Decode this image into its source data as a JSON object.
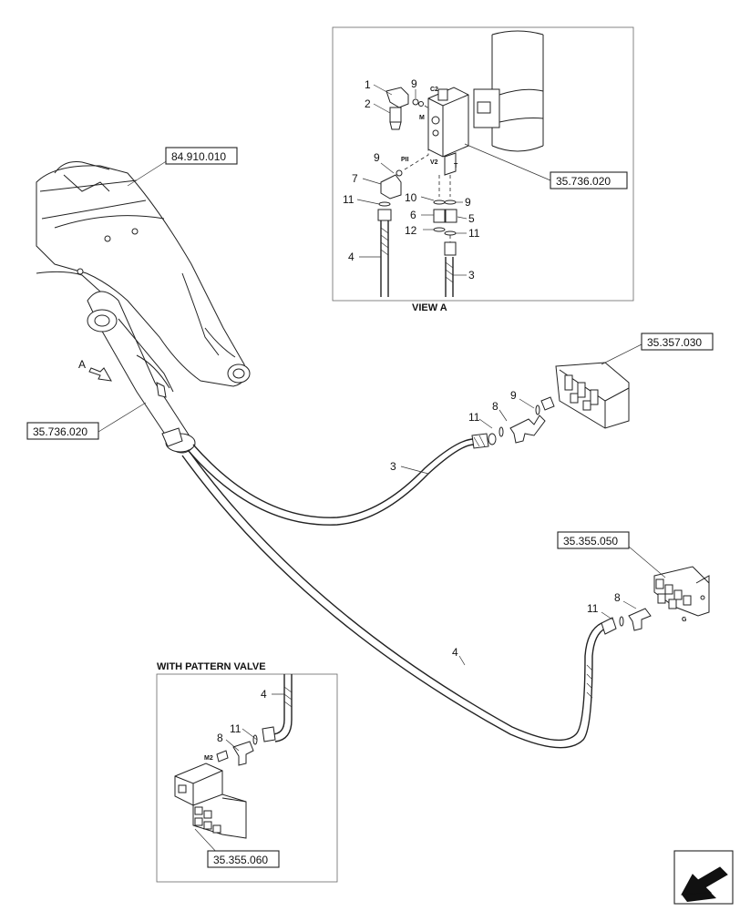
{
  "views": {
    "view_a_label": "VIEW A",
    "pattern_label": "WITH PATTERN VALVE",
    "arrow_label": "A"
  },
  "references": {
    "r84910010": "84.910.010",
    "r35736020_main": "35.736.020",
    "r35736020_view": "35.736.020",
    "r35357030": "35.357.030",
    "r35355050": "35.355.050",
    "r35355060": "35.355.060"
  },
  "callouts_view_a": {
    "c1": "1",
    "c2": "2",
    "c9a": "9",
    "c9b": "9",
    "c7": "7",
    "c11a": "11",
    "c4": "4",
    "c10": "10",
    "c6": "6",
    "c12": "12",
    "c9c": "9",
    "c5": "5",
    "c11b": "11",
    "c3": "3"
  },
  "port_marks": {
    "c2": "C2",
    "m": "M",
    "pii": "PII",
    "v2": "V2",
    "t": "T",
    "m2": "M2",
    "g": "G"
  },
  "callouts_main": {
    "c11_top": "11",
    "c8_top": "8",
    "c9_top": "9",
    "c3_hose": "3",
    "c11_right": "11",
    "c8_right": "8",
    "c4_hose": "4"
  },
  "callouts_pattern": {
    "c4": "4",
    "c11": "11",
    "c8": "8"
  }
}
